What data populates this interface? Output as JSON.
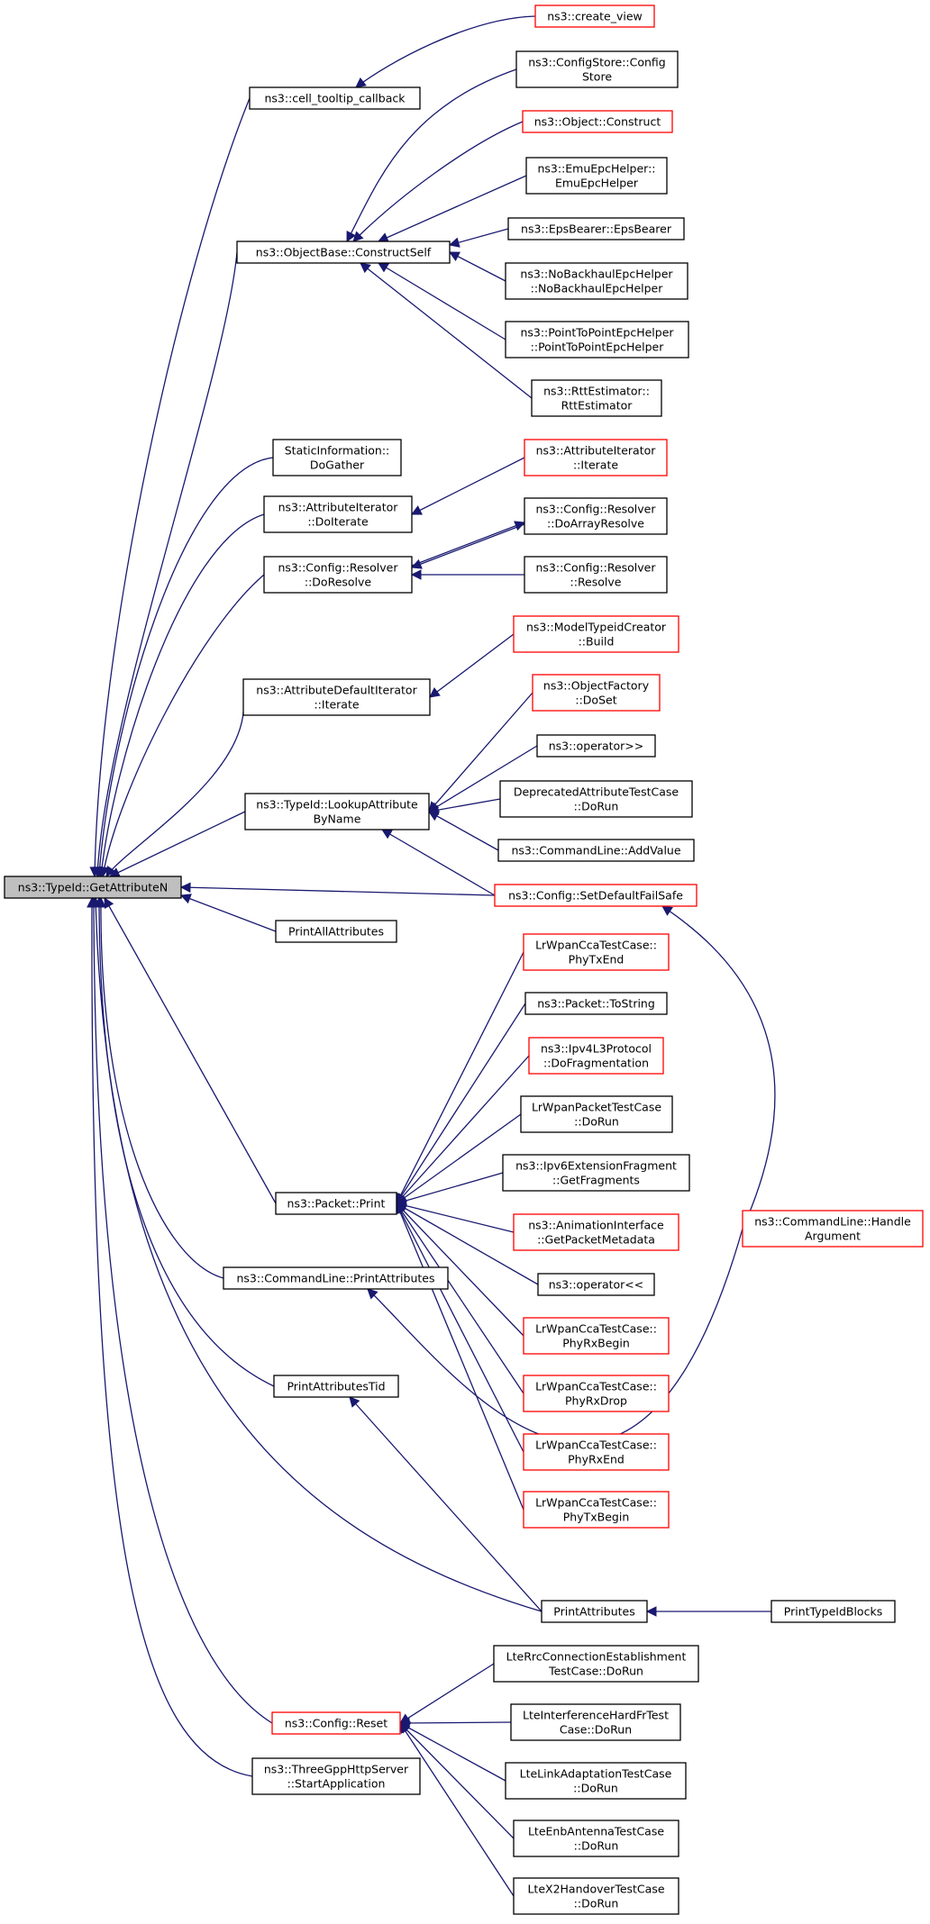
{
  "diagram": {
    "type": "call-graph",
    "edge_color": "#191970",
    "nodes": [
      {
        "id": "getattr",
        "lines": [
          "ns3::TypeId::GetAttributeN"
        ],
        "border": "black",
        "fill": "#bfbfbf"
      },
      {
        "id": "cell_tooltip",
        "lines": [
          "ns3::cell_tooltip_callback"
        ],
        "border": "black"
      },
      {
        "id": "create_view",
        "lines": [
          "ns3::create_view"
        ],
        "border": "red"
      },
      {
        "id": "constructself",
        "lines": [
          "ns3::ObjectBase::ConstructSelf"
        ],
        "border": "black"
      },
      {
        "id": "configstore",
        "lines": [
          "ns3::ConfigStore::Config",
          "Store"
        ],
        "border": "black"
      },
      {
        "id": "objconstruct",
        "lines": [
          "ns3::Object::Construct"
        ],
        "border": "red"
      },
      {
        "id": "emuepc",
        "lines": [
          "ns3::EmuEpcHelper::",
          "EmuEpcHelper"
        ],
        "border": "black"
      },
      {
        "id": "epsbearer",
        "lines": [
          "ns3::EpsBearer::EpsBearer"
        ],
        "border": "black"
      },
      {
        "id": "nobackhaul",
        "lines": [
          "ns3::NoBackhaulEpcHelper",
          "::NoBackhaulEpcHelper"
        ],
        "border": "black"
      },
      {
        "id": "p2pepc",
        "lines": [
          "ns3::PointToPointEpcHelper",
          "::PointToPointEpcHelper"
        ],
        "border": "black"
      },
      {
        "id": "rtt",
        "lines": [
          "ns3::RttEstimator::",
          "RttEstimator"
        ],
        "border": "black"
      },
      {
        "id": "staticinfo",
        "lines": [
          "StaticInformation::",
          "DoGather"
        ],
        "border": "black"
      },
      {
        "id": "attriter_doit",
        "lines": [
          "ns3::AttributeIterator",
          "::DoIterate"
        ],
        "border": "black"
      },
      {
        "id": "attriter_it",
        "lines": [
          "ns3::AttributeIterator",
          "::Iterate"
        ],
        "border": "red"
      },
      {
        "id": "resolver_dores",
        "lines": [
          "ns3::Config::Resolver",
          "::DoResolve"
        ],
        "border": "black"
      },
      {
        "id": "resolver_arr",
        "lines": [
          "ns3::Config::Resolver",
          "::DoArrayResolve"
        ],
        "border": "black"
      },
      {
        "id": "resolver_res",
        "lines": [
          "ns3::Config::Resolver",
          "::Resolve"
        ],
        "border": "black"
      },
      {
        "id": "modeltypeid",
        "lines": [
          "ns3::ModelTypeidCreator",
          "::Build"
        ],
        "border": "red"
      },
      {
        "id": "attrdefault",
        "lines": [
          "ns3::AttributeDefaultIterator",
          "::Iterate"
        ],
        "border": "black"
      },
      {
        "id": "objfactory",
        "lines": [
          "ns3::ObjectFactory",
          "::DoSet"
        ],
        "border": "red"
      },
      {
        "id": "op_in",
        "lines": [
          "ns3::operator>>"
        ],
        "border": "black"
      },
      {
        "id": "lookup",
        "lines": [
          "ns3::TypeId::LookupAttribute",
          "ByName"
        ],
        "border": "black"
      },
      {
        "id": "deprecated",
        "lines": [
          "DeprecatedAttributeTestCase",
          "::DoRun"
        ],
        "border": "black"
      },
      {
        "id": "addvalue",
        "lines": [
          "ns3::CommandLine::AddValue"
        ],
        "border": "black"
      },
      {
        "id": "setdefault",
        "lines": [
          "ns3::Config::SetDefaultFailSafe"
        ],
        "border": "red"
      },
      {
        "id": "printall",
        "lines": [
          "PrintAllAttributes"
        ],
        "border": "black"
      },
      {
        "id": "lrwpan_txend",
        "lines": [
          "LrWpanCcaTestCase::",
          "PhyTxEnd"
        ],
        "border": "red"
      },
      {
        "id": "pkt_tostring",
        "lines": [
          "ns3::Packet::ToString"
        ],
        "border": "black"
      },
      {
        "id": "ipv4frag",
        "lines": [
          "ns3::Ipv4L3Protocol",
          "::DoFragmentation"
        ],
        "border": "red"
      },
      {
        "id": "lrwpan_pkt",
        "lines": [
          "LrWpanPacketTestCase",
          "::DoRun"
        ],
        "border": "black"
      },
      {
        "id": "ipv6frag",
        "lines": [
          "ns3::Ipv6ExtensionFragment",
          "::GetFragments"
        ],
        "border": "black"
      },
      {
        "id": "pkt_print",
        "lines": [
          "ns3::Packet::Print"
        ],
        "border": "black"
      },
      {
        "id": "anim",
        "lines": [
          "ns3::AnimationInterface",
          "::GetPacketMetadata"
        ],
        "border": "red"
      },
      {
        "id": "handlearg",
        "lines": [
          "ns3::CommandLine::Handle",
          "Argument"
        ],
        "border": "red"
      },
      {
        "id": "cl_printattr",
        "lines": [
          "ns3::CommandLine::PrintAttributes"
        ],
        "border": "black"
      },
      {
        "id": "op_out",
        "lines": [
          "ns3::operator<<"
        ],
        "border": "black"
      },
      {
        "id": "lrwpan_rxbegin",
        "lines": [
          "LrWpanCcaTestCase::",
          "PhyRxBegin"
        ],
        "border": "red"
      },
      {
        "id": "printattrtid",
        "lines": [
          "PrintAttributesTid"
        ],
        "border": "black"
      },
      {
        "id": "lrwpan_rxdrop",
        "lines": [
          "LrWpanCcaTestCase::",
          "PhyRxDrop"
        ],
        "border": "red"
      },
      {
        "id": "lrwpan_rxend",
        "lines": [
          "LrWpanCcaTestCase::",
          "PhyRxEnd"
        ],
        "border": "red"
      },
      {
        "id": "lrwpan_txbegin",
        "lines": [
          "LrWpanCcaTestCase::",
          "PhyTxBegin"
        ],
        "border": "red"
      },
      {
        "id": "printattrs",
        "lines": [
          "PrintAttributes"
        ],
        "border": "black"
      },
      {
        "id": "printtypeid",
        "lines": [
          "PrintTypeIdBlocks"
        ],
        "border": "black"
      },
      {
        "id": "lterrc",
        "lines": [
          "LteRrcConnectionEstablishment",
          "TestCase::DoRun"
        ],
        "border": "black"
      },
      {
        "id": "config_reset",
        "lines": [
          "ns3::Config::Reset"
        ],
        "border": "red"
      },
      {
        "id": "lteinterf",
        "lines": [
          "LteInterferenceHardFrTest",
          "Case::DoRun"
        ],
        "border": "black"
      },
      {
        "id": "ltelinkadapt",
        "lines": [
          "LteLinkAdaptationTestCase",
          "::DoRun"
        ],
        "border": "black"
      },
      {
        "id": "threegpp",
        "lines": [
          "ns3::ThreeGppHttpServer",
          "::StartApplication"
        ],
        "border": "black"
      },
      {
        "id": "lteenbant",
        "lines": [
          "LteEnbAntennaTestCase",
          "::DoRun"
        ],
        "border": "black"
      },
      {
        "id": "ltex2",
        "lines": [
          "LteX2HandoverTestCase",
          "::DoRun"
        ],
        "border": "black"
      }
    ],
    "edges": [
      [
        "cell_tooltip",
        "getattr"
      ],
      [
        "constructself",
        "getattr"
      ],
      [
        "staticinfo",
        "getattr"
      ],
      [
        "attriter_doit",
        "getattr"
      ],
      [
        "resolver_dores",
        "getattr"
      ],
      [
        "attrdefault",
        "getattr"
      ],
      [
        "lookup",
        "getattr"
      ],
      [
        "setdefault",
        "getattr"
      ],
      [
        "printall",
        "getattr"
      ],
      [
        "pkt_print",
        "getattr"
      ],
      [
        "cl_printattr",
        "getattr"
      ],
      [
        "printattrtid",
        "getattr"
      ],
      [
        "printattrs",
        "getattr"
      ],
      [
        "config_reset",
        "getattr"
      ],
      [
        "threegpp",
        "getattr"
      ],
      [
        "create_view",
        "cell_tooltip"
      ],
      [
        "configstore",
        "constructself"
      ],
      [
        "objconstruct",
        "constructself"
      ],
      [
        "emuepc",
        "constructself"
      ],
      [
        "epsbearer",
        "constructself"
      ],
      [
        "nobackhaul",
        "constructself"
      ],
      [
        "p2pepc",
        "constructself"
      ],
      [
        "rtt",
        "constructself"
      ],
      [
        "attriter_it",
        "attriter_doit"
      ],
      [
        "resolver_arr",
        "resolver_dores"
      ],
      [
        "resolver_res",
        "resolver_dores"
      ],
      [
        "resolver_dores",
        "resolver_arr"
      ],
      [
        "modeltypeid",
        "attrdefault"
      ],
      [
        "objfactory",
        "lookup"
      ],
      [
        "op_in",
        "lookup"
      ],
      [
        "deprecated",
        "lookup"
      ],
      [
        "addvalue",
        "lookup"
      ],
      [
        "setdefault",
        "lookup"
      ],
      [
        "handlearg",
        "setdefault"
      ],
      [
        "lrwpan_txend",
        "pkt_print"
      ],
      [
        "pkt_tostring",
        "pkt_print"
      ],
      [
        "ipv4frag",
        "pkt_print"
      ],
      [
        "lrwpan_pkt",
        "pkt_print"
      ],
      [
        "ipv6frag",
        "pkt_print"
      ],
      [
        "anim",
        "pkt_print"
      ],
      [
        "op_out",
        "pkt_print"
      ],
      [
        "lrwpan_rxbegin",
        "pkt_print"
      ],
      [
        "lrwpan_rxdrop",
        "pkt_print"
      ],
      [
        "lrwpan_rxend",
        "pkt_print"
      ],
      [
        "lrwpan_txbegin",
        "pkt_print"
      ],
      [
        "handlearg",
        "cl_printattr"
      ],
      [
        "printattrs",
        "printattrtid"
      ],
      [
        "printtypeid",
        "printattrs"
      ],
      [
        "lterrc",
        "config_reset"
      ],
      [
        "lteinterf",
        "config_reset"
      ],
      [
        "ltelinkadapt",
        "config_reset"
      ],
      [
        "lteenbant",
        "config_reset"
      ],
      [
        "ltex2",
        "config_reset"
      ]
    ]
  }
}
